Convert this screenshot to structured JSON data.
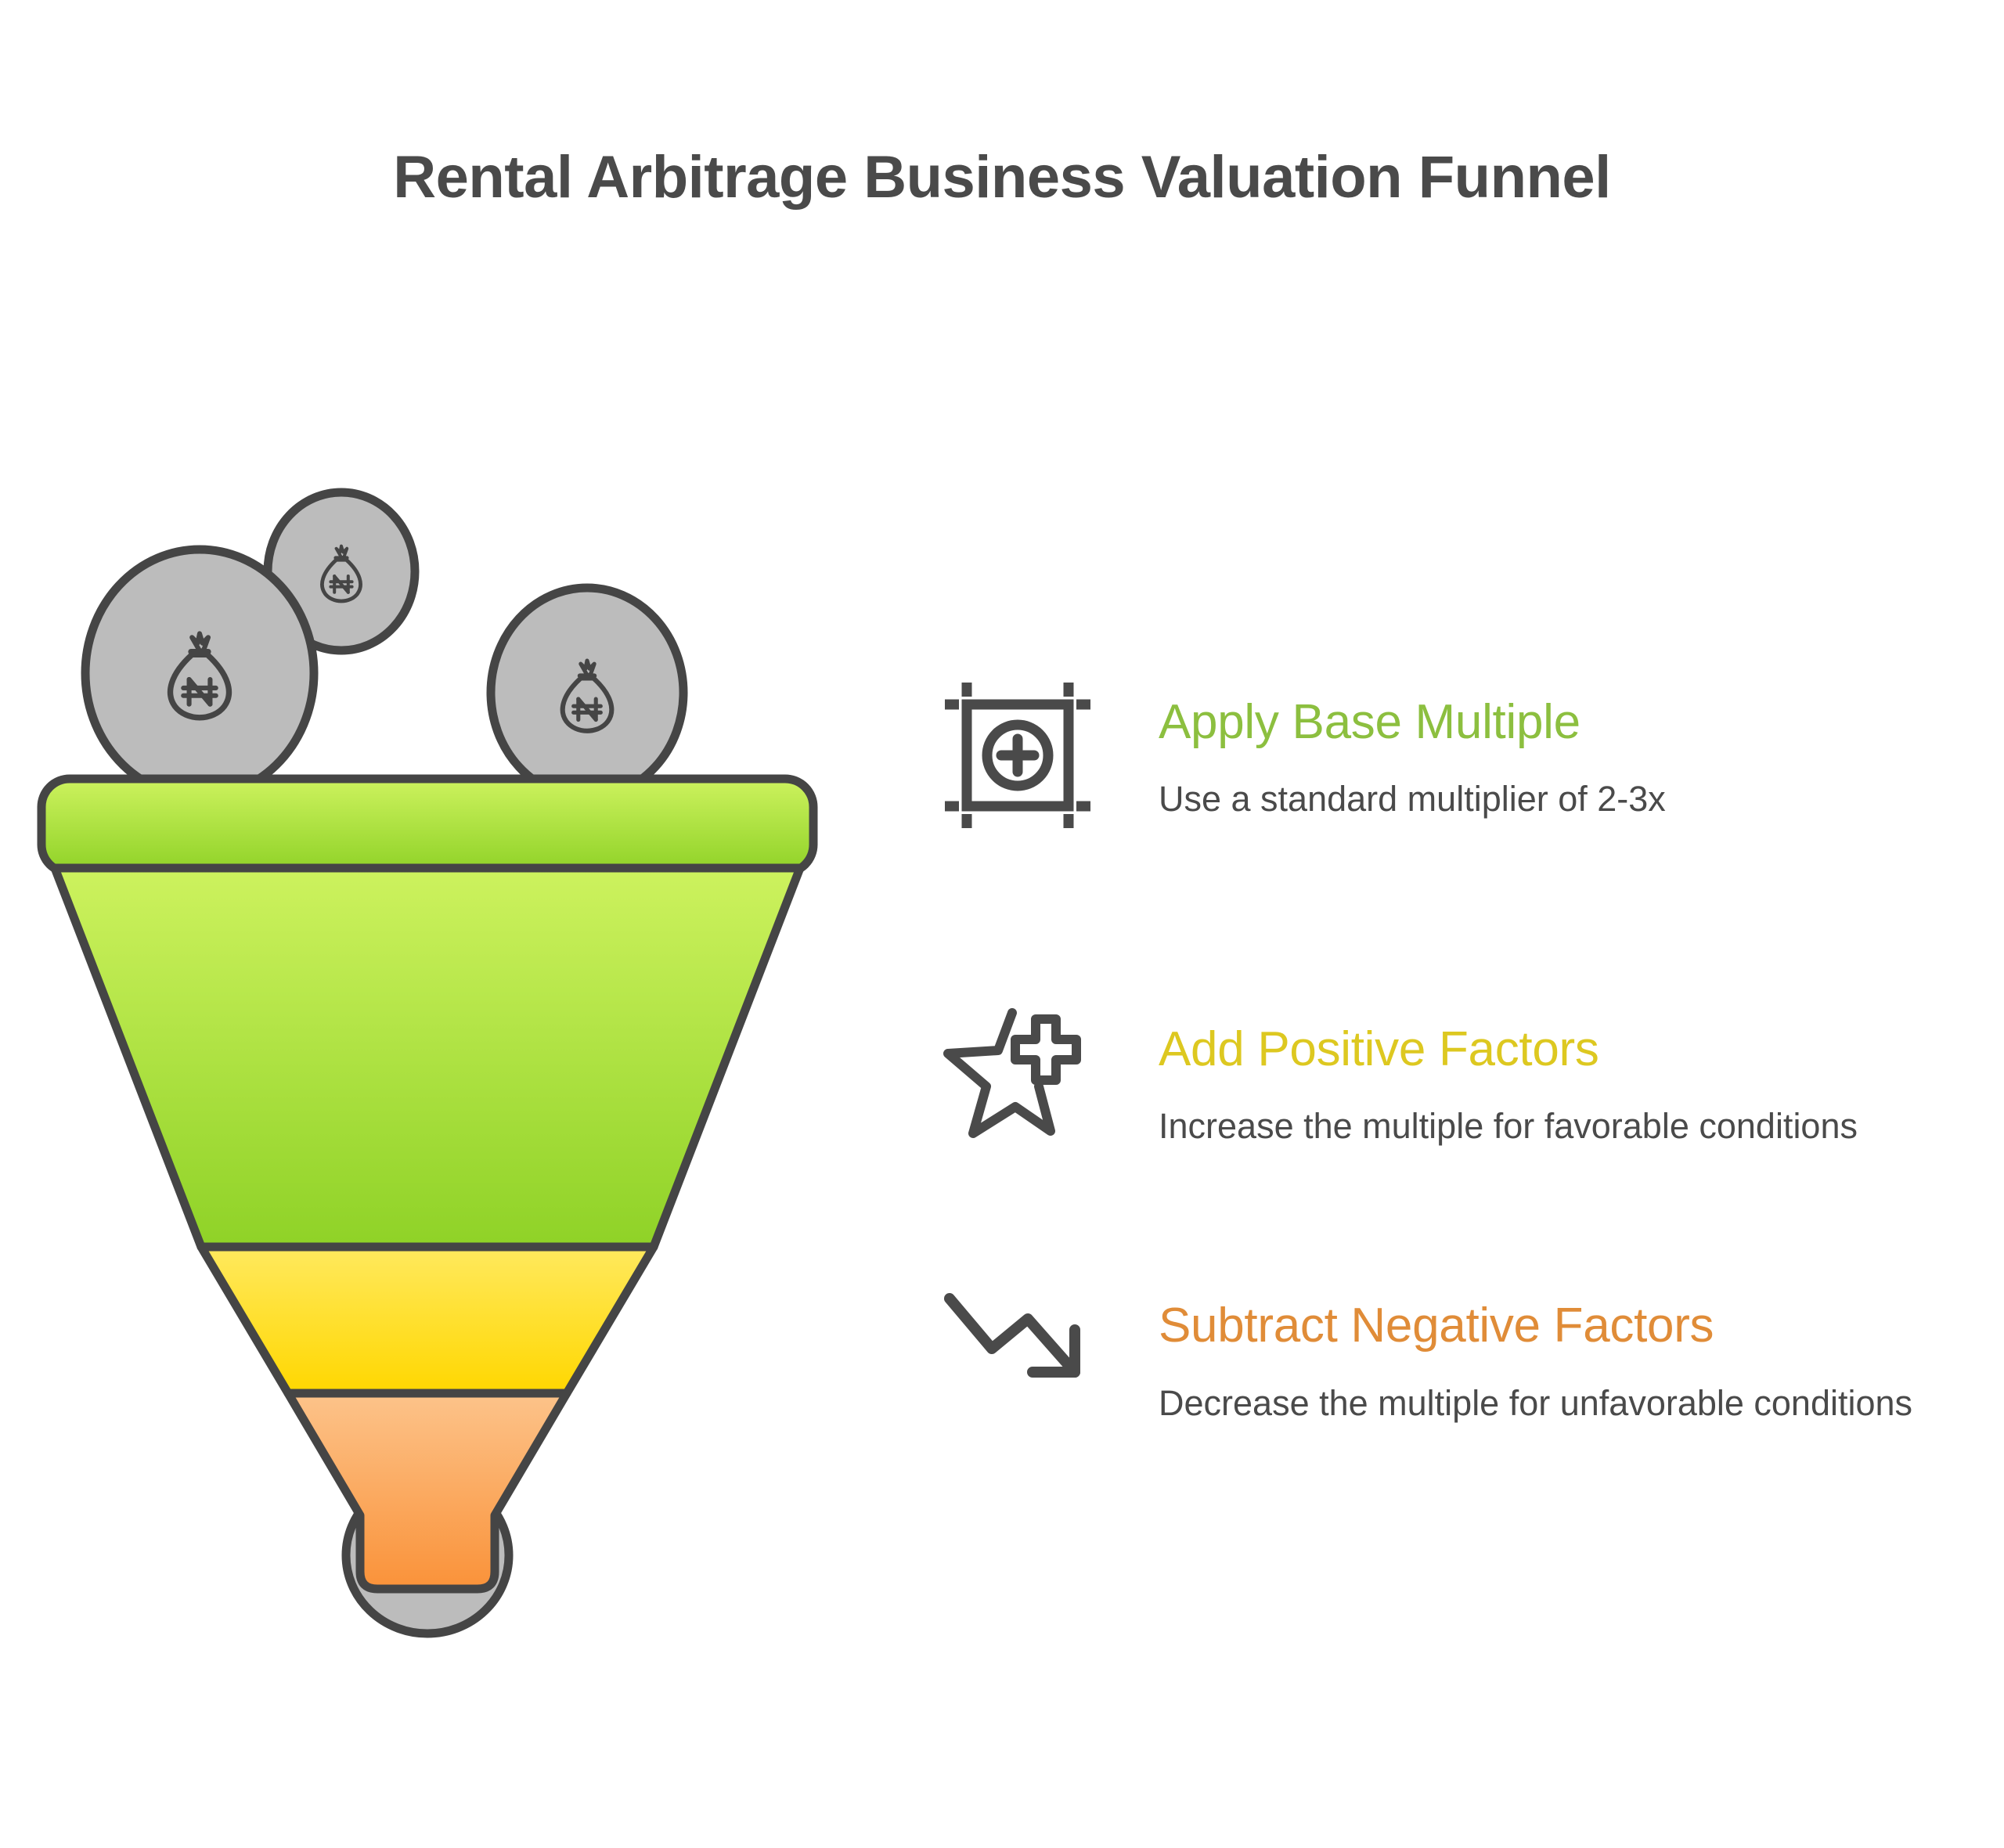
{
  "title": "Rental Arbitrage Business Valuation Funnel",
  "colors": {
    "title": "#4a4a4a",
    "body_text": "#4a4a4a",
    "stroke": "#454545",
    "coin_fill": "#bcbcbc",
    "green_top": "#cdf25e",
    "green_bottom": "#8fd227",
    "yellow_top": "#ffe95e",
    "yellow_bottom": "#ffd700",
    "orange_top": "#fcc38a",
    "orange_bottom": "#fa9239",
    "step1_accent": "#8cbf3f",
    "step2_accent": "#ddc820",
    "step3_accent": "#e08c38"
  },
  "funnel": {
    "name": "valuation-funnel",
    "input_coins": [
      {
        "icon": "money-bag-naira-icon",
        "symbol": "₦"
      },
      {
        "icon": "money-bag-naira-icon",
        "symbol": "₦"
      },
      {
        "icon": "money-bag-naira-icon",
        "symbol": "₦"
      }
    ],
    "bands": [
      {
        "name": "green-band",
        "color": "#9ed636"
      },
      {
        "name": "yellow-band",
        "color": "#ffd700"
      },
      {
        "name": "orange-band",
        "color": "#fa9c45"
      }
    ],
    "output_coin": {
      "icon": "no-dollar-icon",
      "symbol": "$"
    }
  },
  "steps": [
    {
      "icon": "crop-frame-plus-icon",
      "heading": "Apply Base Multiple",
      "description": "Use a standard multiplier of 2-3x"
    },
    {
      "icon": "star-plus-icon",
      "heading": "Add Positive Factors",
      "description": "Increase the multiple for favorable conditions"
    },
    {
      "icon": "trend-down-arrow-icon",
      "heading": "Subtract Negative Factors",
      "description": "Decrease the multiple for unfavorable conditions"
    }
  ]
}
